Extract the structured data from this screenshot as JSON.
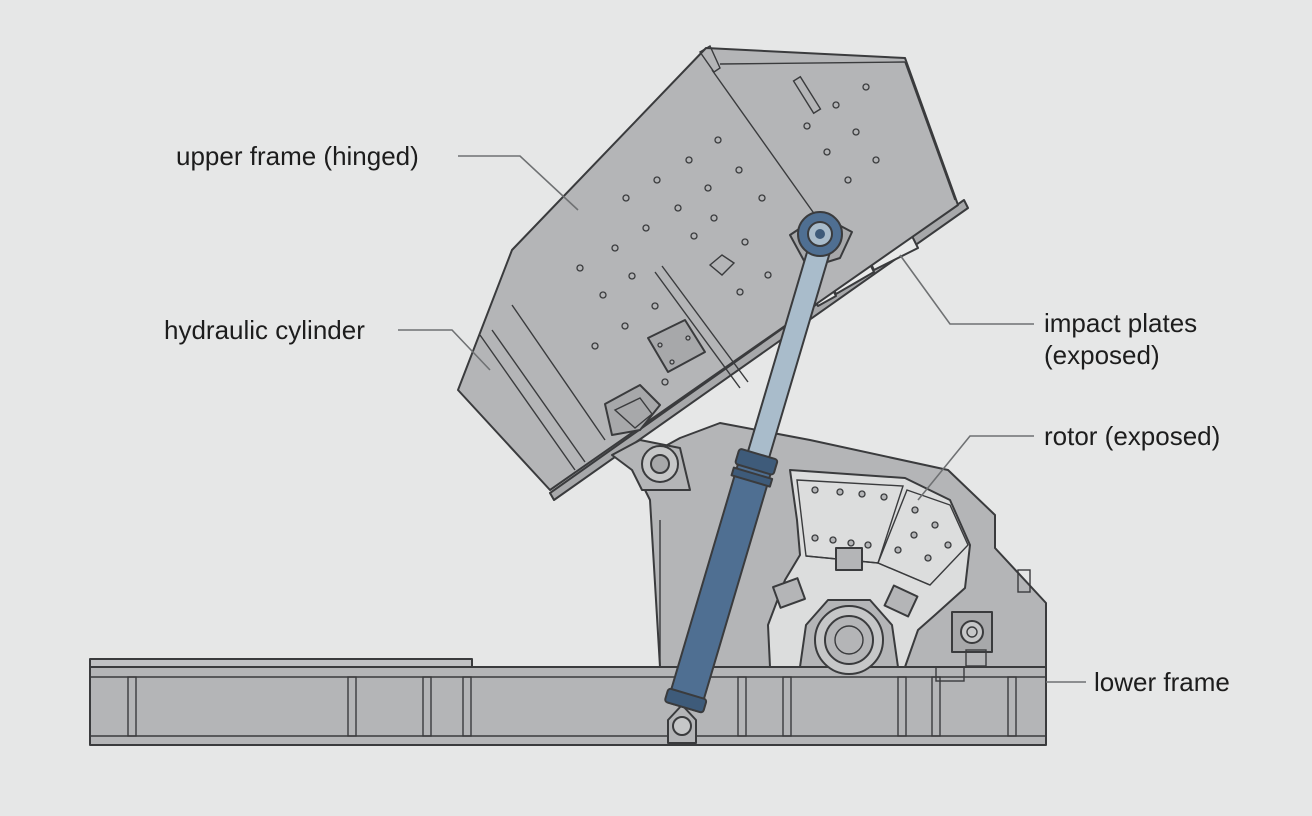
{
  "labels": {
    "upper_frame": "upper frame (hinged)",
    "hydraulic_cylinder": "hydraulic cylinder",
    "impact_plates_line1": "impact plates",
    "impact_plates_line2": "(exposed)",
    "rotor": "rotor (exposed)",
    "lower_frame": "lower frame"
  },
  "colors": {
    "background": "#e6e7e7",
    "frame_fill": "#b4b5b7",
    "frame_light": "#c6c7c8",
    "rotor_fill": "#dcdddd",
    "outline": "#3a3b3d",
    "cylinder_body": "#4f6f92",
    "cylinder_rod": "#a9bccb",
    "leader_line": "#6f7173"
  }
}
